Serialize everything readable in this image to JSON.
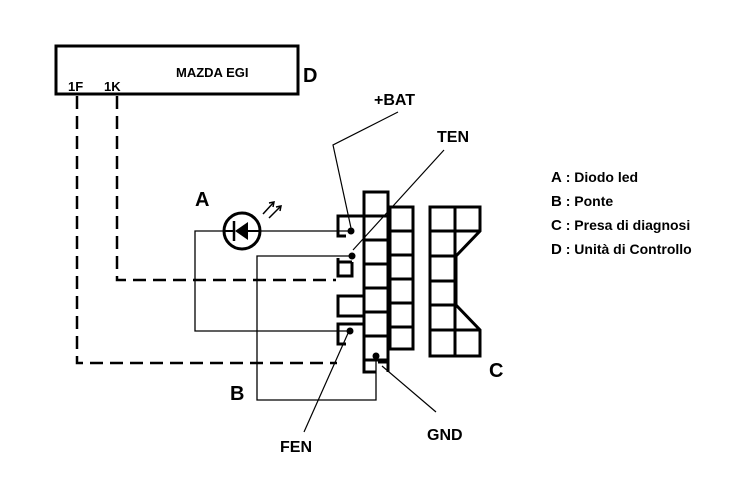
{
  "ecu": {
    "title": "MAZDA EGI",
    "pin_1f": "1F",
    "pin_1k": "1K",
    "letter": "D"
  },
  "labels": {
    "bat": "+BAT",
    "ten": "TEN",
    "fen": "FEN",
    "gnd": "GND",
    "a": "A",
    "b": "B",
    "c": "C"
  },
  "legend": [
    {
      "key": "A",
      "sep": " : ",
      "text": "Diodo led"
    },
    {
      "key": "B",
      "sep": " : ",
      "text": "Ponte"
    },
    {
      "key": "C",
      "sep": " : ",
      "text": "Presa di diagnosi"
    },
    {
      "key": "D",
      "sep": " : ",
      "text": "Unità di Controllo"
    }
  ]
}
